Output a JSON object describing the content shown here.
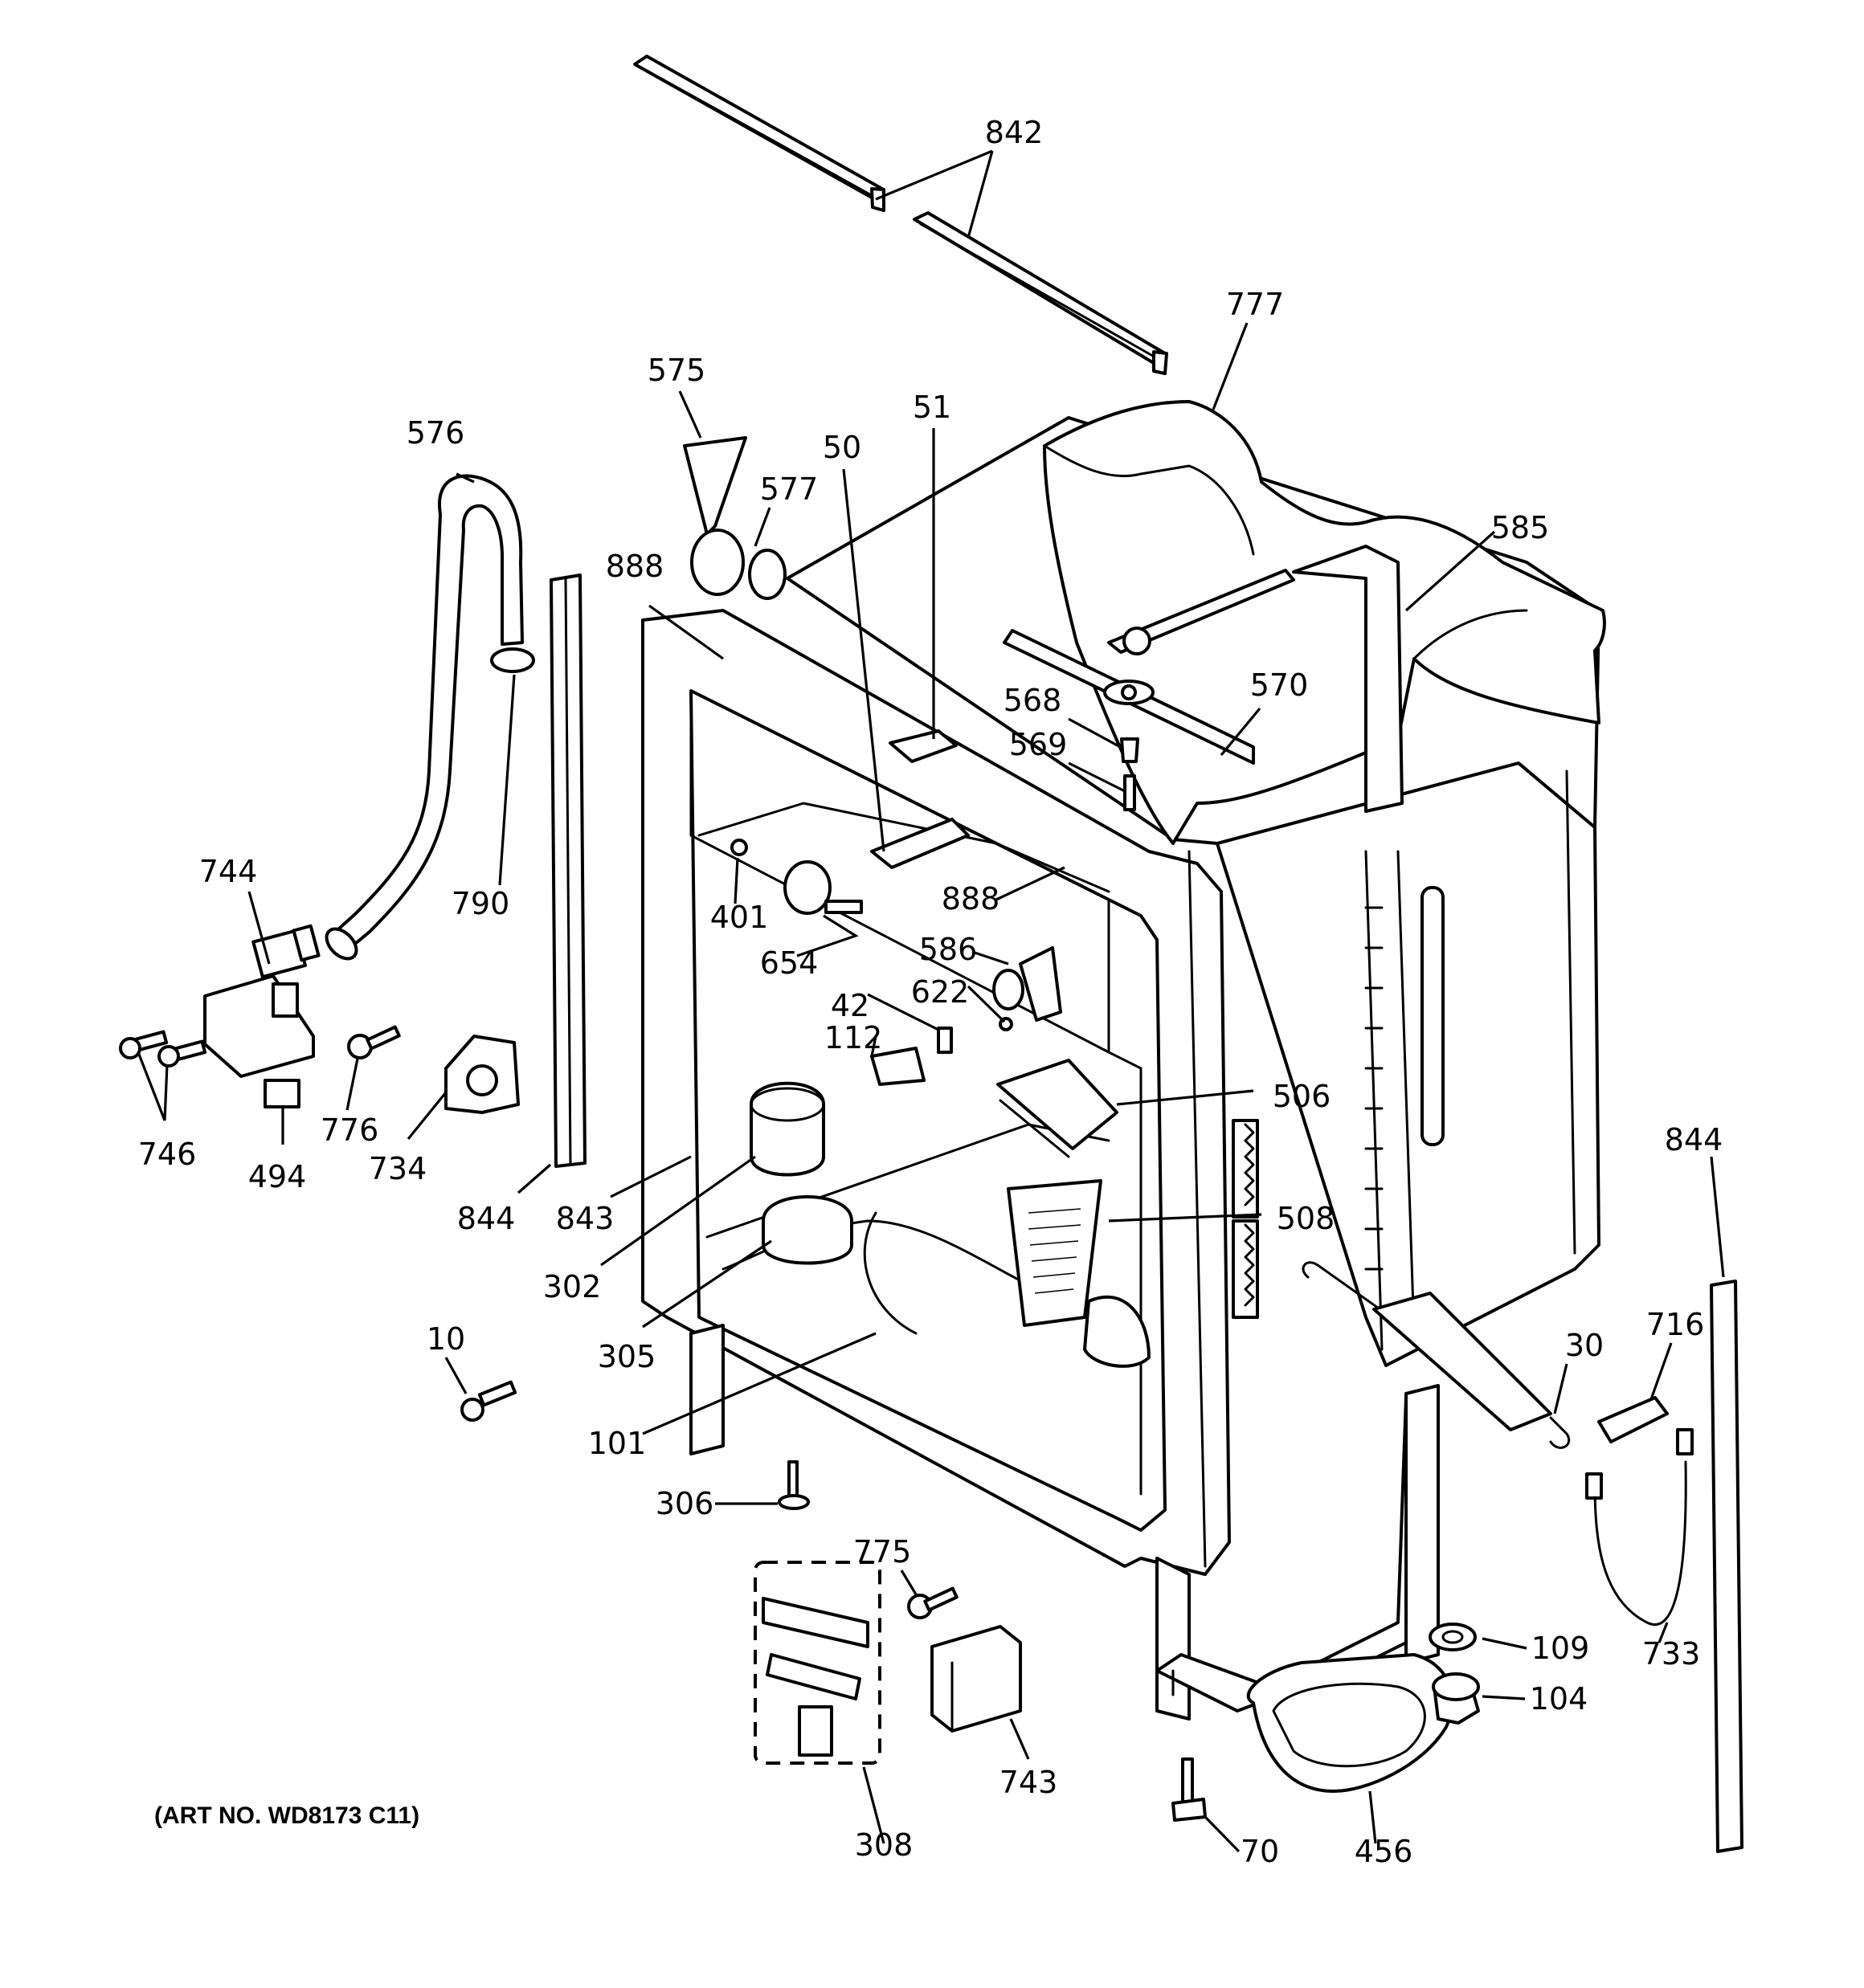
{
  "diagram": {
    "art_number": "(ART NO. WD8173 C11)",
    "callouts": [
      {
        "id": "842",
        "label": "842"
      },
      {
        "id": "777",
        "label": "777"
      },
      {
        "id": "575",
        "label": "575"
      },
      {
        "id": "51",
        "label": "51"
      },
      {
        "id": "50",
        "label": "50"
      },
      {
        "id": "577",
        "label": "577"
      },
      {
        "id": "576",
        "label": "576"
      },
      {
        "id": "888a",
        "label": "888"
      },
      {
        "id": "585",
        "label": "585"
      },
      {
        "id": "570",
        "label": "570"
      },
      {
        "id": "568",
        "label": "568"
      },
      {
        "id": "569",
        "label": "569"
      },
      {
        "id": "744",
        "label": "744"
      },
      {
        "id": "790",
        "label": "790"
      },
      {
        "id": "401",
        "label": "401"
      },
      {
        "id": "888b",
        "label": "888"
      },
      {
        "id": "654",
        "label": "654"
      },
      {
        "id": "586",
        "label": "586"
      },
      {
        "id": "622",
        "label": "622"
      },
      {
        "id": "42",
        "label": "42"
      },
      {
        "id": "112",
        "label": "112"
      },
      {
        "id": "506",
        "label": "506"
      },
      {
        "id": "746",
        "label": "746"
      },
      {
        "id": "776",
        "label": "776"
      },
      {
        "id": "494",
        "label": "494"
      },
      {
        "id": "734",
        "label": "734"
      },
      {
        "id": "844a",
        "label": "844"
      },
      {
        "id": "843",
        "label": "843"
      },
      {
        "id": "844b",
        "label": "844"
      },
      {
        "id": "508",
        "label": "508"
      },
      {
        "id": "302",
        "label": "302"
      },
      {
        "id": "10",
        "label": "10"
      },
      {
        "id": "305",
        "label": "305"
      },
      {
        "id": "30",
        "label": "30"
      },
      {
        "id": "716",
        "label": "716"
      },
      {
        "id": "101",
        "label": "101"
      },
      {
        "id": "306",
        "label": "306"
      },
      {
        "id": "775",
        "label": "775"
      },
      {
        "id": "109",
        "label": "109"
      },
      {
        "id": "733",
        "label": "733"
      },
      {
        "id": "104",
        "label": "104"
      },
      {
        "id": "743",
        "label": "743"
      },
      {
        "id": "308",
        "label": "308"
      },
      {
        "id": "70",
        "label": "70"
      },
      {
        "id": "456",
        "label": "456"
      }
    ]
  }
}
